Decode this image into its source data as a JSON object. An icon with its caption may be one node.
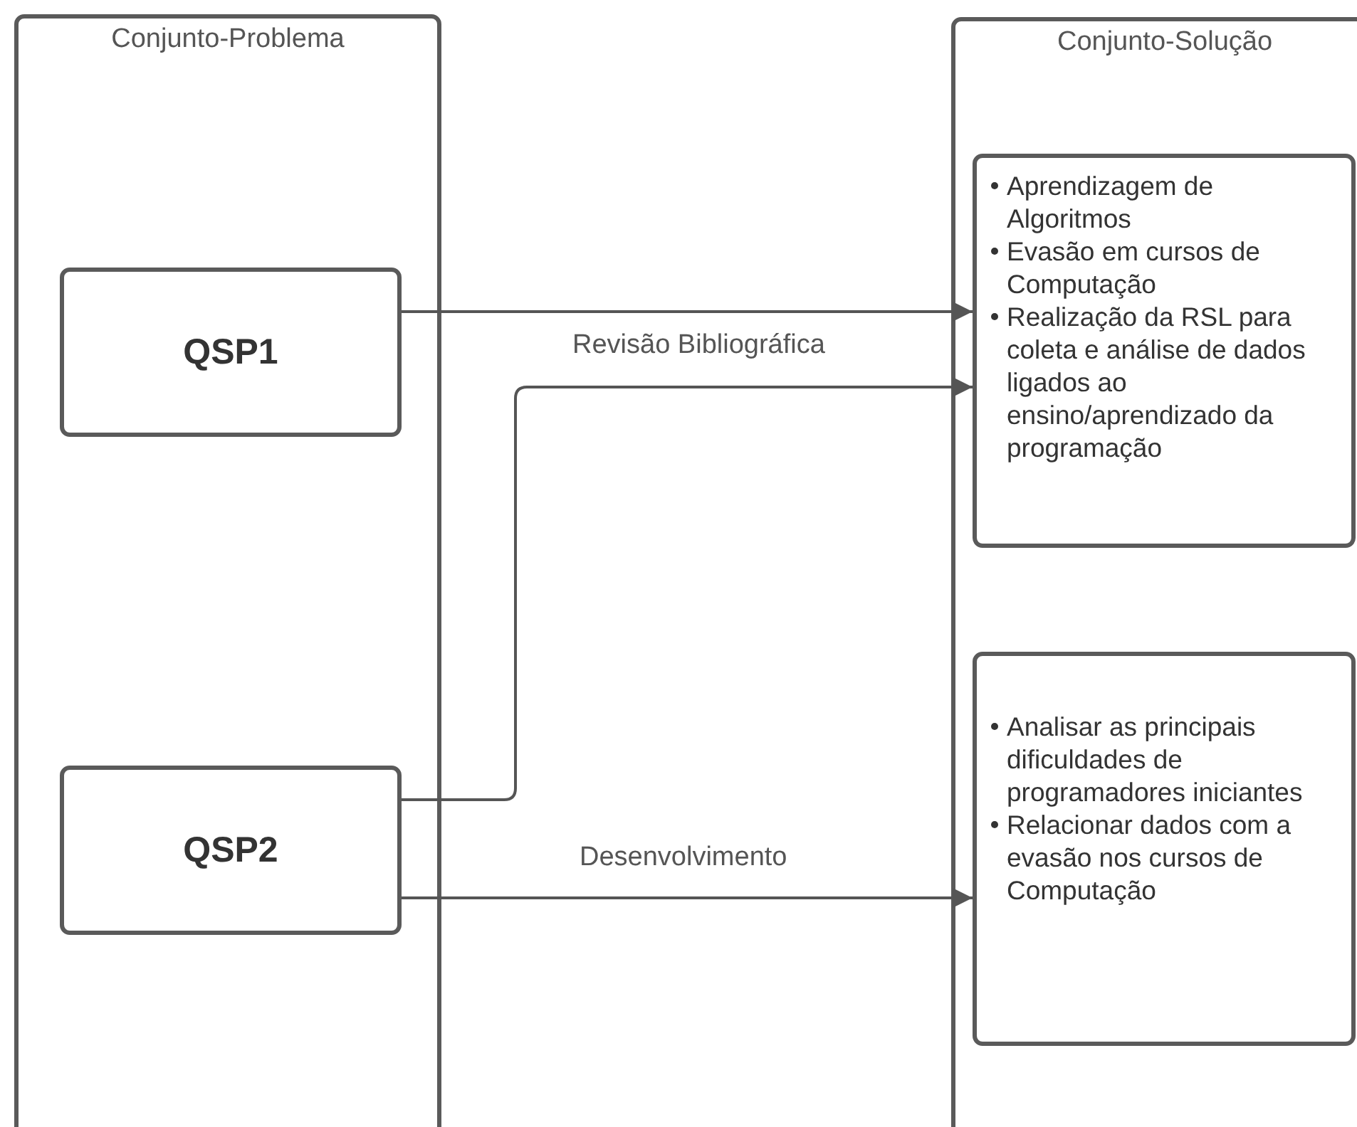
{
  "diagram": {
    "nodes": [
      {
        "text": [
          "Conjunto-Problema"
        ]
      },
      {
        "text": [
          "QSP1"
        ],
        "in": 0
      },
      {
        "text": [
          "QSP2"
        ],
        "in": 0
      },
      {
        "text": [
          "Conjunto-Solução"
        ]
      },
      {
        "text": [
          "Aprendizagem de Algoritmos",
          "Evasão em cursos de Computação",
          "Realização da RSL para coleta e análise de dados ligados ao ensino/aprendizado da programação"
        ],
        "in": 3
      },
      {
        "text": [
          "Analisar as principais dificuldades de programadores iniciantes",
          "Relacionar dados com a evasão nos cursos de Computação"
        ],
        "in": 3
      }
    ],
    "edges": [
      {
        "from": 1,
        "to": 4,
        "arrow": "to"
      },
      {
        "from": 2,
        "to": 4,
        "arrow": "to",
        "label": "Revisão Bibliográfica"
      },
      {
        "from": 2,
        "to": 5,
        "arrow": "to",
        "label": "Desenvolvimento"
      }
    ]
  }
}
